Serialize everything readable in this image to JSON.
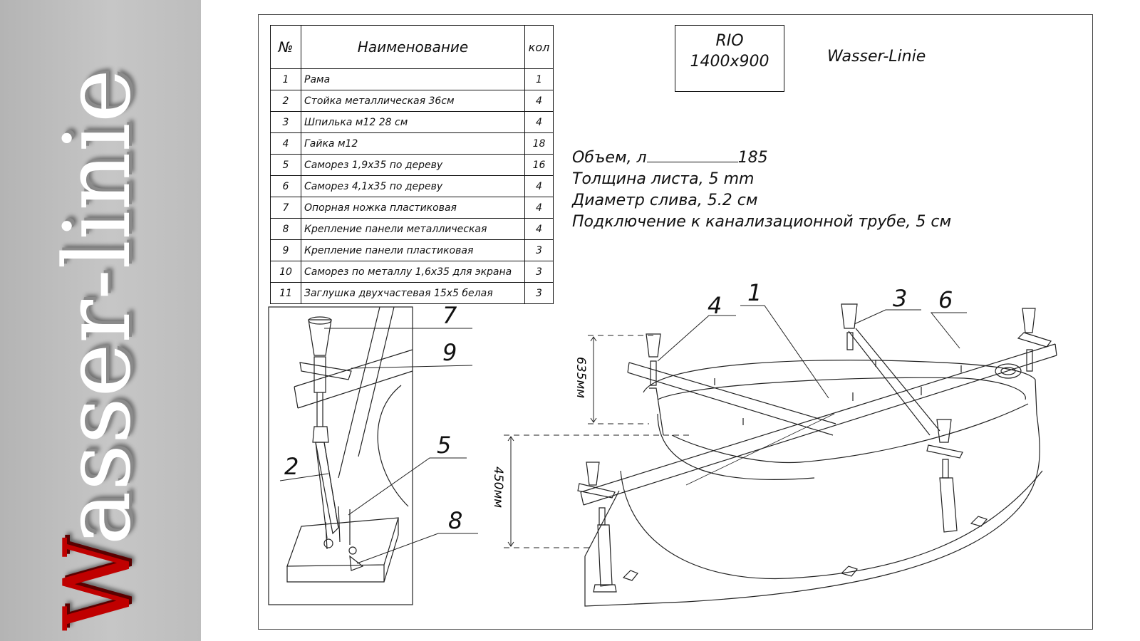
{
  "brand": {
    "first_letter": "W",
    "rest": "asser-linie"
  },
  "table": {
    "headers": {
      "no": "№",
      "name": "Наименование",
      "qty": "кол"
    },
    "rows": [
      {
        "no": "1",
        "name": "Рама",
        "qty": "1"
      },
      {
        "no": "2",
        "name": "Стойка металлическая 36см",
        "qty": "4"
      },
      {
        "no": "3",
        "name": "Шпилька м12    28 см",
        "qty": "4"
      },
      {
        "no": "4",
        "name": "Гайка м12",
        "qty": "18"
      },
      {
        "no": "5",
        "name": "Саморез 1,9х35        по дереву",
        "qty": "16"
      },
      {
        "no": "6",
        "name": "Саморез 4,1х35       по дереву",
        "qty": "4"
      },
      {
        "no": "7",
        "name": "Опорная ножка пластиковая",
        "qty": "4"
      },
      {
        "no": "8",
        "name": "Крепление панели металлическая",
        "qty": "4"
      },
      {
        "no": "9",
        "name": "Крепление панели пластиковая",
        "qty": "3"
      },
      {
        "no": "10",
        "name": "Саморез по металлу 1,6х35 для экрана",
        "qty": "3"
      },
      {
        "no": "11",
        "name": "Заглушка двухчастевая 15х5 белая",
        "qty": "3"
      }
    ]
  },
  "model": {
    "name": "RIO",
    "size": "1400x900"
  },
  "brand_small": "Wasser-Linie",
  "params": {
    "volume_label": "Объем, л",
    "volume_value": "185",
    "thickness": "Толщина листа,  5 mm",
    "drain": "Диаметр слива,  5.2 см",
    "connection": "Подключение к канализационной трубе, 5 см"
  },
  "callouts": {
    "detail": [
      "7",
      "9",
      "2",
      "5",
      "8"
    ],
    "main": [
      "4",
      "1",
      "3",
      "6"
    ]
  },
  "dimensions": {
    "top": "635мм",
    "bottom": "450мм"
  }
}
